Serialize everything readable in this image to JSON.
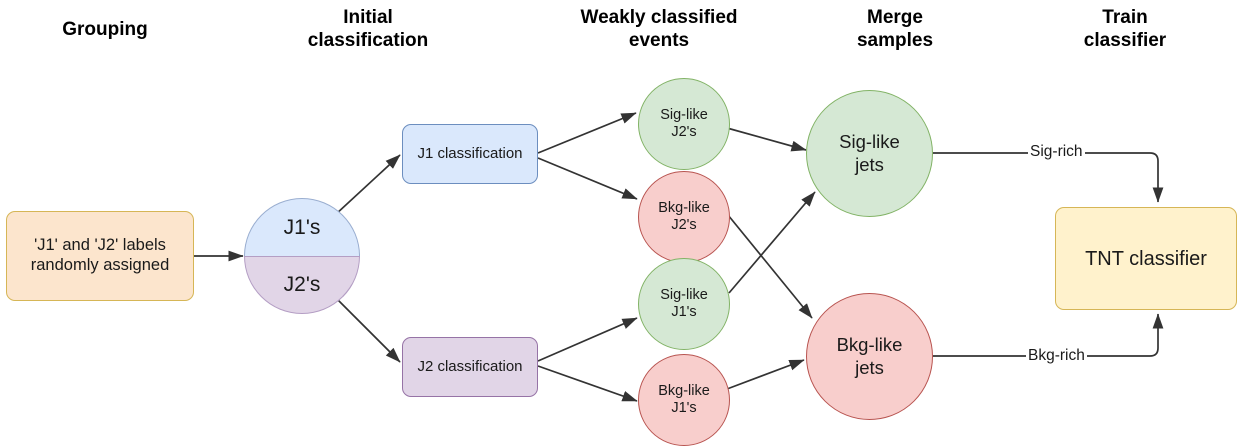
{
  "diagram": {
    "title_columns": [
      {
        "label": "Grouping"
      },
      {
        "label": "Initial\nclassification"
      },
      {
        "label": "Weakly classified\nevents"
      },
      {
        "label": "Merge\nsamples"
      },
      {
        "label": "Train\nclassifier"
      }
    ],
    "nodes": {
      "labels_box": {
        "label": "'J1' and 'J2' labels\nrandomly assigned"
      },
      "jets_split_top": {
        "label": "J1's"
      },
      "jets_split_bottom": {
        "label": "J2's"
      },
      "j1_classification": {
        "label": "J1 classification"
      },
      "j2_classification": {
        "label": "J2 classification"
      },
      "sig_like_j2": {
        "label": "Sig-like\nJ2's"
      },
      "bkg_like_j2": {
        "label": "Bkg-like\nJ2's"
      },
      "sig_like_j1": {
        "label": "Sig-like\nJ1's"
      },
      "bkg_like_j1": {
        "label": "Bkg-like\nJ1's"
      },
      "sig_like_jets": {
        "label": "Sig-like\njets"
      },
      "bkg_like_jets": {
        "label": "Bkg-like\njets"
      },
      "tnt_classifier": {
        "label": "TNT classifier"
      }
    },
    "edge_labels": {
      "sig_rich": {
        "label": "Sig-rich"
      },
      "bkg_rich": {
        "label": "Bkg-rich"
      }
    },
    "colors": {
      "orange_fill": "#fce5cd",
      "orange_stroke": "#d6b656",
      "blue_fill": "#dae8fc",
      "blue_stroke": "#6c8ebf",
      "purple_fill": "#e1d5e7",
      "purple_stroke": "#9673a6",
      "green_fill": "#d5e8d4",
      "green_stroke": "#82b366",
      "red_fill": "#f8cecc",
      "red_stroke": "#b85450",
      "yellow_fill": "#fff2cc",
      "yellow_stroke": "#d6b656",
      "edge_stroke": "#333333",
      "text": "#1a1a1a"
    }
  }
}
